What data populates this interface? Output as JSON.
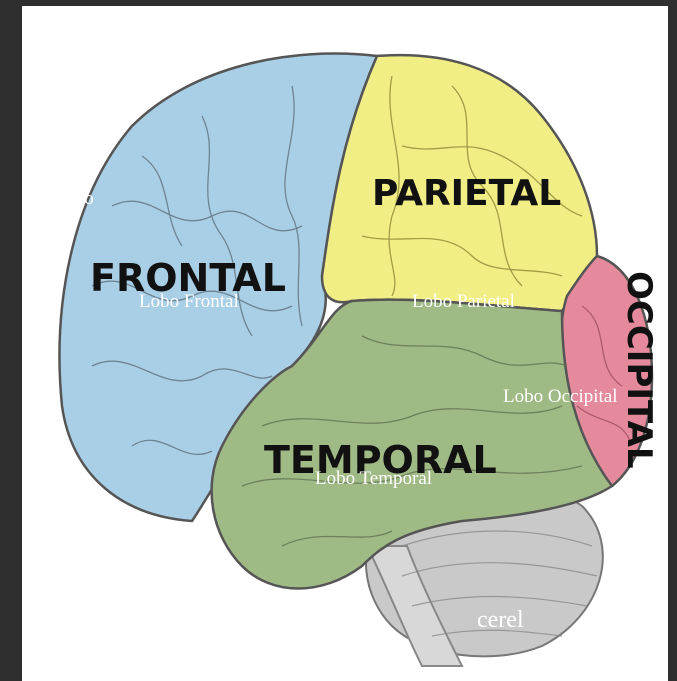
{
  "labels": {
    "frontal": "FRONTAL",
    "parietal": "PARIETAL",
    "temporal": "TEMPORAL",
    "occipital": "OCCIPITAL"
  },
  "overlay_labels": {
    "cerebro": "ebro",
    "lobo_frontal": "Lobo Frontal",
    "lobo_parietal": "Lobo Parietal",
    "lobo_occipital": "Lobo Occipital",
    "lobo_temporal": "Lobo Temporal",
    "cerebelo": "cerel"
  },
  "colors": {
    "frontal": "#a9cfe6",
    "parietal": "#f2ee86",
    "temporal": "#9fba85",
    "occipital": "#e48a9c",
    "cerebellum": "#c9c9c9",
    "background": "#2f2f2f",
    "panel": "#ffffff"
  }
}
